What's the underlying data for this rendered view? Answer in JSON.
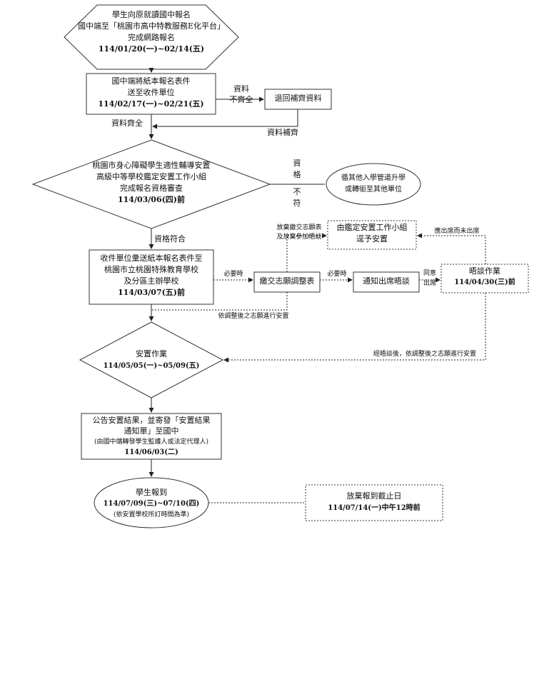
{
  "s1": {
    "l1": "學生向原就讀國中報名",
    "l2": "國中端至「桃園市高中特教服務E化平台」",
    "l3": "完成網路報名",
    "date": "114/01/20(一)~02/14(五)"
  },
  "s2": {
    "l1": "國中端將紙本報名表件",
    "l2": "送至收件單位",
    "date": "114/02/17(一)~02/21(五)"
  },
  "incomplete_a": "資料",
  "incomplete_b": "不齊全",
  "return_box": "退回補齊資料",
  "complete": "資料齊全",
  "supplement": "資料補齊",
  "s3": {
    "l1": "桃園市身心障礙學生適性輔導安置",
    "l2": "高級中等學校鑑定安置工作小組",
    "l3": "完成報名資格審查",
    "date": "114/03/06(四)前"
  },
  "unqualified_chars": [
    "資",
    "格",
    "不",
    "符"
  ],
  "other_unit": {
    "l1": "循其他入學管道升學",
    "l2": "或轉銜至其他單位"
  },
  "qualified": "資格符合",
  "s4": {
    "l1": "收件單位彙送紙本報名表件至",
    "l2": "桃園市立桃園特殊教育學校",
    "l3": "及分區主辦學校",
    "date": "114/03/07(五)前"
  },
  "when_needed_1": "必要時",
  "adjust_form": "繳交志願調整表",
  "when_needed_2": "必要時",
  "notify": "通知出席晤談",
  "agree": {
    "l1": "同意",
    "l2": "出席"
  },
  "interview": {
    "l1": "晤談作業",
    "date": "114/04/30(三)前"
  },
  "giveup": {
    "l1": "放棄繳交志願表",
    "l2": "及放棄參加晤談"
  },
  "committee": {
    "l1": "由鑑定安置工作小組",
    "l2": "逕予安置"
  },
  "absent": "應出席而未出席",
  "by_adjust": "依調整後之志願進行安置",
  "after_interview": "經晤談後，依調整後之志願進行安置",
  "s5": {
    "l1": "安置作業",
    "date": "114/05/05(一)~05/09(五)"
  },
  "s6": {
    "l1": "公告安置結果，並寄發「安置結果",
    "l2": "通知單」至國中",
    "l3": "(由國中端轉發學生監護人或法定代理人)",
    "date": "114/06/03(二)"
  },
  "s7": {
    "l1": "學生報到",
    "date": "114/07/09(三)~07/10(四)",
    "note": "(依安置學校所訂時間為準)"
  },
  "deadline": {
    "l1": "放棄報到截止日",
    "date": "114/07/14(一)中午12時前"
  }
}
